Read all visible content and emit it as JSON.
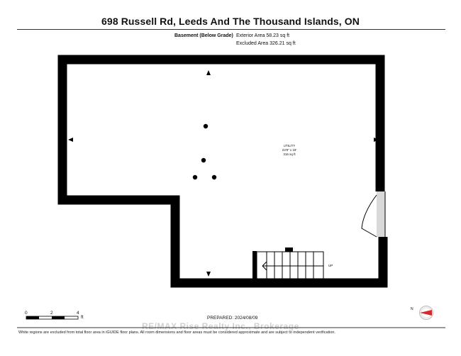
{
  "header": {
    "title": "698 Russell Rd, Leeds And The Thousand Islands, ON"
  },
  "floor": {
    "name": "Basement (Below Grade)",
    "exterior_area": "Exterior Area 58.23 sq ft",
    "excluded_area": "Excluded Area 326.21 sq ft"
  },
  "rooms": [
    {
      "name": "UTILITY",
      "dimensions": "23'8\" x 18'",
      "area": "316 sq ft"
    }
  ],
  "stairs": {
    "label": "UP"
  },
  "scale": {
    "ticks": [
      "0",
      "2",
      "4"
    ],
    "unit": "ft"
  },
  "compass": {
    "label": "N",
    "accent": "#d62828"
  },
  "prepared": "PREPARED: 2024/08/09",
  "footer_note": "White regions are excluded from total floor area in iGUIDE floor plans. All room dimensions and floor areas must be considered approximate and are subject to independent verification.",
  "watermark": "RE/MAX Rise Realty Inc., Brokerage",
  "colors": {
    "wall": "#000000",
    "door_fill": "#d9d9d9"
  }
}
